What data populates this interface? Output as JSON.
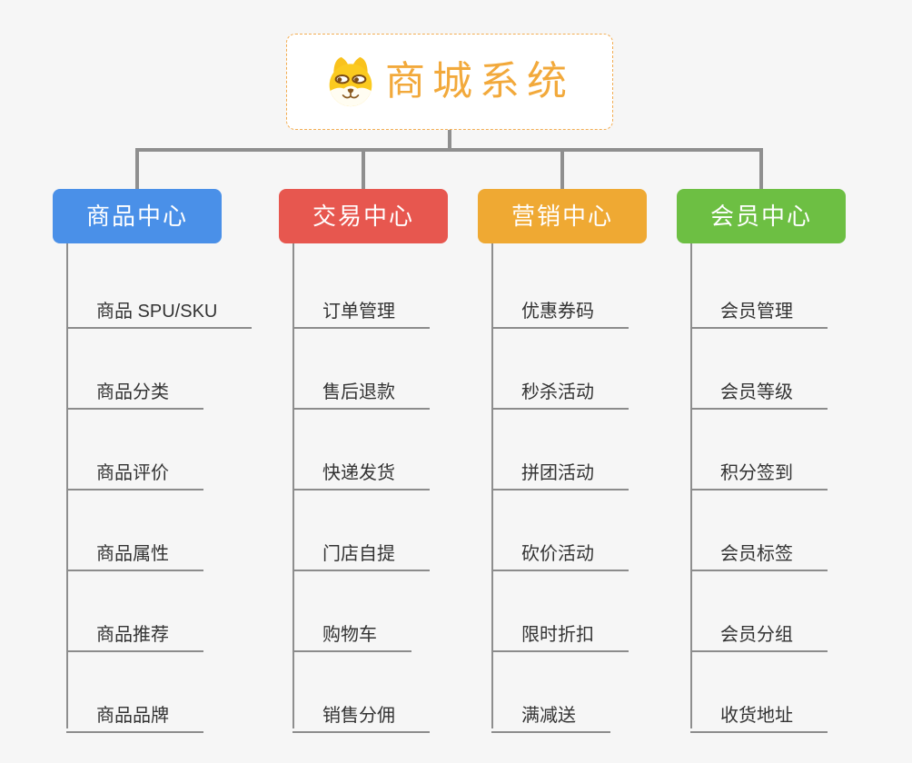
{
  "root": {
    "title": "商城系统",
    "icon": "dog-face-icon"
  },
  "branches": [
    {
      "label": "商品中心",
      "color": "#4a90e8",
      "items": [
        "商品 SPU/SKU",
        "商品分类",
        "商品评价",
        "商品属性",
        "商品推荐",
        "商品品牌"
      ]
    },
    {
      "label": "交易中心",
      "color": "#e7574f",
      "items": [
        "订单管理",
        "售后退款",
        "快递发货",
        "门店自提",
        "购物车",
        "销售分佣"
      ]
    },
    {
      "label": "营销中心",
      "color": "#efa933",
      "items": [
        "优惠券码",
        "秒杀活动",
        "拼团活动",
        "砍价活动",
        "限时折扣",
        "满减送"
      ]
    },
    {
      "label": "会员中心",
      "color": "#6dbf43",
      "items": [
        "会员管理",
        "会员等级",
        "积分签到",
        "会员标签",
        "会员分组",
        "收货地址"
      ]
    }
  ],
  "colors": {
    "background": "#f6f6f6",
    "connector": "#8f8f8f",
    "item_text": "#333333",
    "item_underline": "#8c8c8c",
    "root_border": "#f3ad52",
    "root_title": "#f2a93b"
  }
}
